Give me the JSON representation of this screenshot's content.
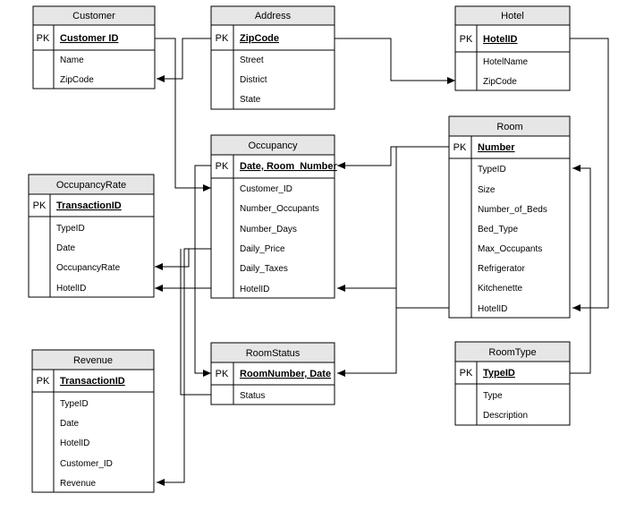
{
  "entities": {
    "customer": {
      "title": "Customer",
      "pk_label": "PK",
      "pk": "Customer ID",
      "fields": [
        "Name",
        "ZipCode"
      ]
    },
    "address": {
      "title": "Address",
      "pk_label": "PK",
      "pk": "ZipCode",
      "fields": [
        "Street",
        "District",
        "State"
      ]
    },
    "hotel": {
      "title": "Hotel",
      "pk_label": "PK",
      "pk": "HotelID",
      "fields": [
        "HotelName",
        "ZipCode"
      ]
    },
    "room": {
      "title": "Room",
      "pk_label": "PK",
      "pk": "Number",
      "fields": [
        "TypeID",
        "Size",
        "Number_of_Beds",
        "Bed_Type",
        "Max_Occupants",
        "Refrigerator",
        "Kitchenette",
        "HotelID"
      ]
    },
    "occupancy": {
      "title": "Occupancy",
      "pk_label": "PK",
      "pk": "Date, Room_Number",
      "fields": [
        "Customer_ID",
        "Number_Occupants",
        "Number_Days",
        "Daily_Price",
        "Daily_Taxes",
        "HotelID"
      ]
    },
    "occupancyrate": {
      "title": "OccupancyRate",
      "pk_label": "PK",
      "pk": "TransactionID",
      "fields": [
        "TypeID",
        "Date",
        "OccupancyRate",
        "HotelID"
      ]
    },
    "revenue": {
      "title": "Revenue",
      "pk_label": "PK",
      "pk": "TransactionID",
      "fields": [
        "TypeID",
        "Date",
        "HotelID",
        "Customer_ID",
        "Revenue"
      ]
    },
    "roomstatus": {
      "title": "RoomStatus",
      "pk_label": "PK",
      "pk": "RoomNumber, Date",
      "fields": [
        "Status"
      ]
    },
    "roomtype": {
      "title": "RoomType",
      "pk_label": "PK",
      "pk": "TypeID",
      "fields": [
        "Type",
        "Description"
      ]
    }
  }
}
